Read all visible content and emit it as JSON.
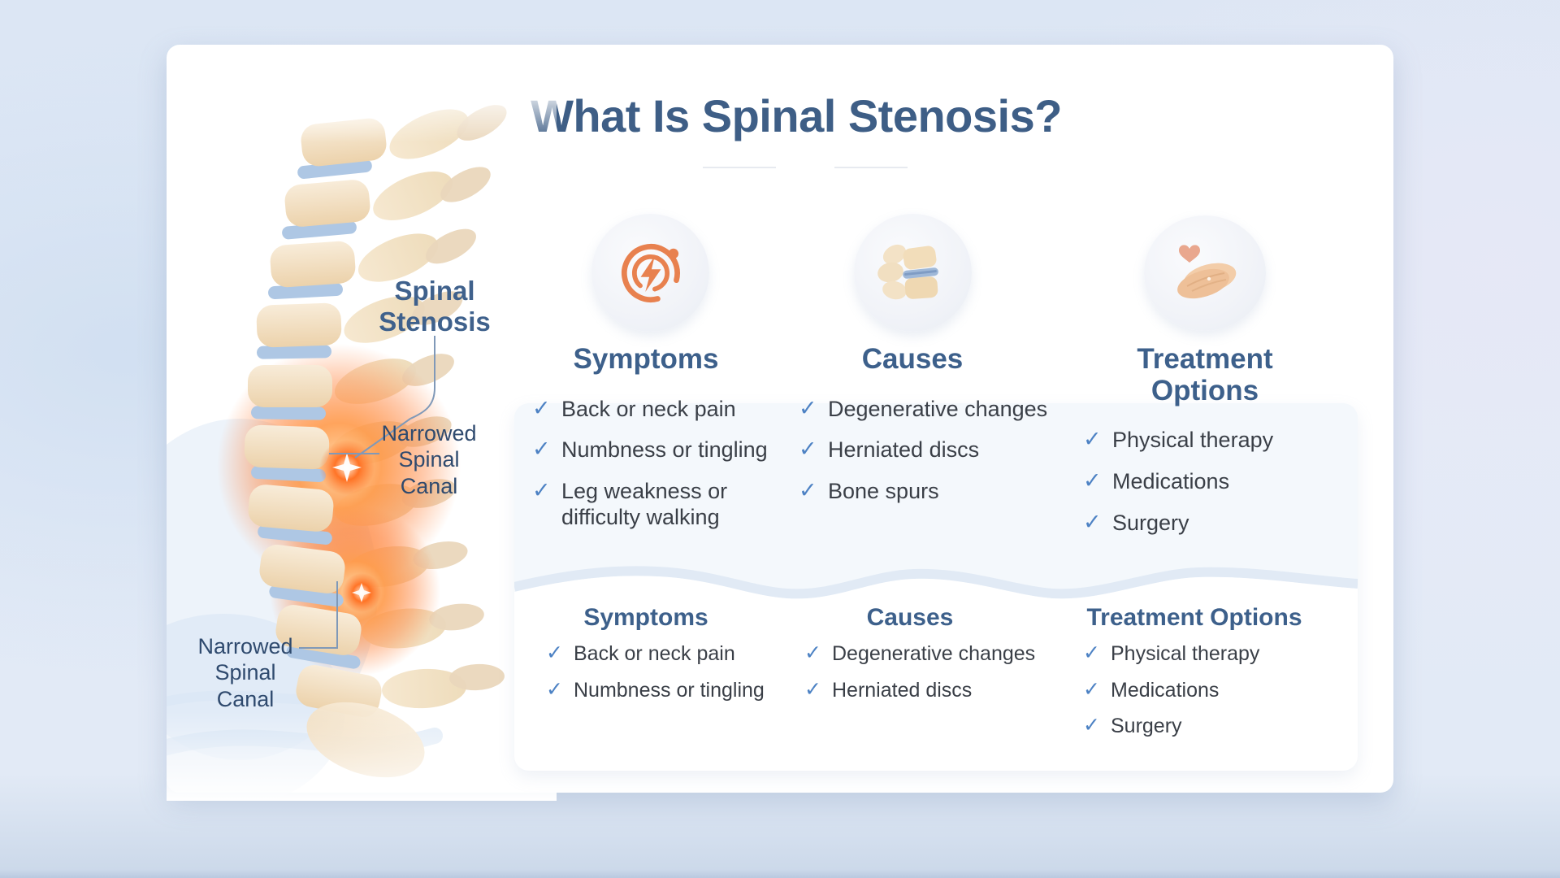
{
  "title": "What Is Spinal Stenosis?",
  "spine_diagram": {
    "label_top": "Spinal Stenosis",
    "label_mid": "Narrowed Spinal Canal",
    "label_bottom": "Narrowed Spinal Canal",
    "illustration": "spine-side-view-with-narrowed-canal-glow"
  },
  "columns_top": [
    {
      "heading": "Symptoms",
      "icon": "pain-flash-icon",
      "items": [
        "Back or neck pain",
        "Numbness or tingling",
        "Leg weakness or difficulty walking"
      ]
    },
    {
      "heading": "Causes",
      "icon": "vertebrae-disc-icon",
      "items": [
        "Degenerative changes",
        "Herniated discs",
        "Bone spurs"
      ]
    },
    {
      "heading": "Treatment Options",
      "icon": "caring-hands-heart-icon",
      "items": [
        "Physical therapy",
        "Medications",
        "Surgery"
      ]
    }
  ],
  "columns_bottom": [
    {
      "heading": "Symptoms",
      "items": [
        "Back or neck pain",
        "Numbness or tingling"
      ]
    },
    {
      "heading": "Causes",
      "items": [
        "Degenerative changes",
        "Herniated discs"
      ]
    },
    {
      "heading": "Treatment Options",
      "items": [
        "Physical therapy",
        "Medications",
        "Surgery"
      ]
    }
  ],
  "icons": {
    "check": "check-icon"
  },
  "colors": {
    "bg": "#DFE8F5",
    "card": "#FFFFFF",
    "panel": "#F4F8FC",
    "title": "#3E5E86",
    "heading": "#3D608B",
    "body_text": "#3A3F47",
    "check": "#4D82C4",
    "icon_orange": "#E8814F",
    "glow_orange": "#FF7A2E",
    "disc_blue": "#AFC8E4",
    "bone": "#F0DDC2",
    "label_dark_blue": "#2F4A6E"
  }
}
